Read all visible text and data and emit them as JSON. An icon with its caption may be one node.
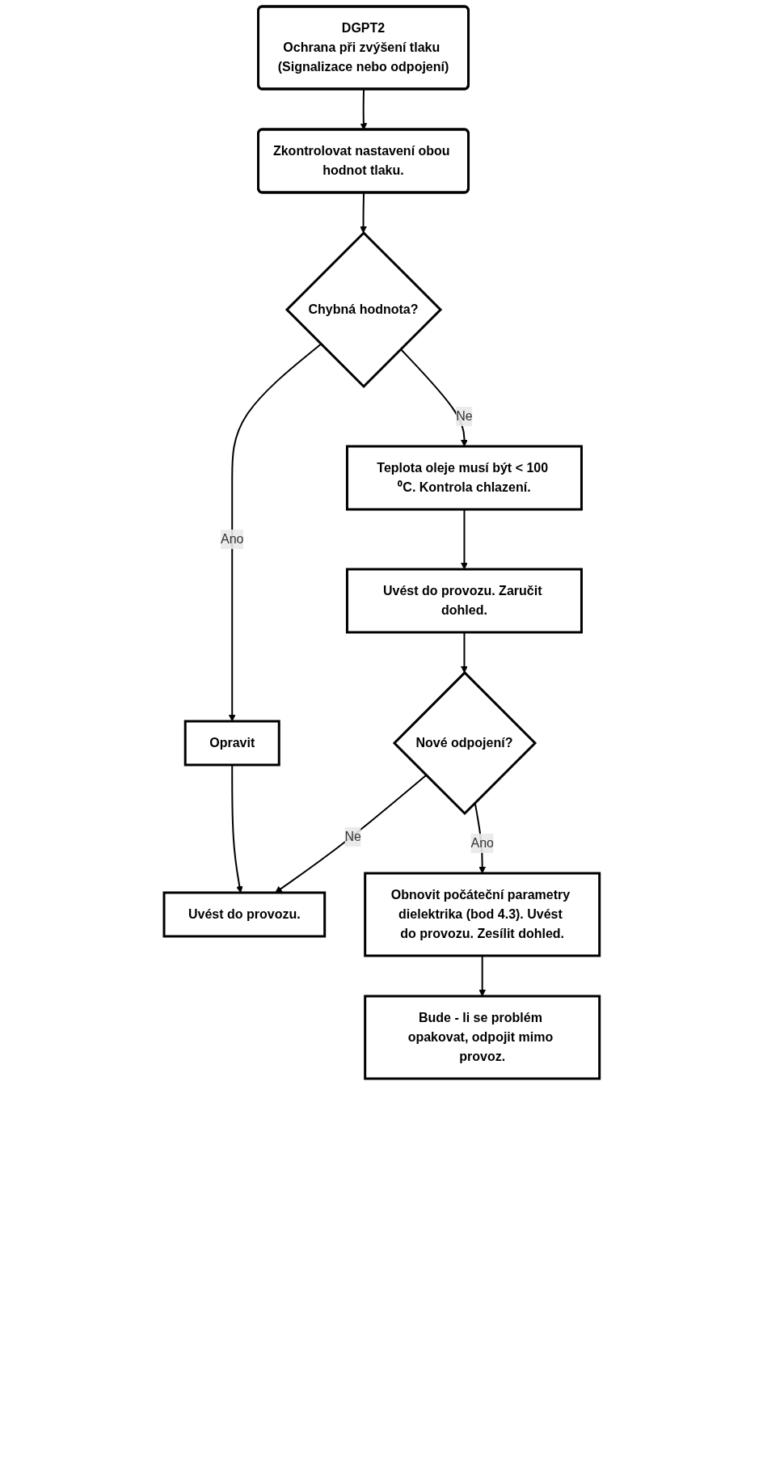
{
  "diagram": {
    "nodes": [
      {
        "text": [
          "DGPT2",
          "Ochrana při zvýšení tlaku (Signalizace nebo odpojení)"
        ]
      },
      {
        "text": [
          "Zkontrolovat nastavení obou hodnot tlaku."
        ]
      },
      {
        "text": [
          "Chybná hodnota?"
        ]
      },
      {
        "text": [
          "Teplota oleje musí být < 100 ⁰C. Kontrola chlazení."
        ]
      },
      {
        "text": [
          "Opravit"
        ]
      },
      {
        "text": [
          "Uvést do provozu. Zaručit dohled."
        ]
      },
      {
        "text": [
          "Nové odpojení?"
        ]
      },
      {
        "text": [
          "Uvést do provozu."
        ]
      },
      {
        "text": [
          "Obnovit počáteční parametry dielektrika (bod 4.3). Uvést do provozu. Zesílit dohled."
        ]
      },
      {
        "text": [
          "Bude - li se problém opakovat, odpojit mimo provoz."
        ]
      }
    ],
    "edges": [
      {
        "from": 0,
        "to": 1,
        "arrow": "to"
      },
      {
        "from": 1,
        "to": 2,
        "arrow": "to"
      },
      {
        "from": 2,
        "to": 3,
        "arrow": "to",
        "label": "Ne"
      },
      {
        "from": 2,
        "to": 4,
        "arrow": "to",
        "label": "Ano"
      },
      {
        "from": 3,
        "to": 5,
        "arrow": "to"
      },
      {
        "from": 4,
        "to": 7,
        "arrow": "to"
      },
      {
        "from": 5,
        "to": 6,
        "arrow": "to"
      },
      {
        "from": 6,
        "to": 7,
        "arrow": "to",
        "label": "Ne"
      },
      {
        "from": 6,
        "to": 8,
        "arrow": "to",
        "label": "Ano"
      },
      {
        "from": 8,
        "to": 9,
        "arrow": "to"
      }
    ]
  }
}
